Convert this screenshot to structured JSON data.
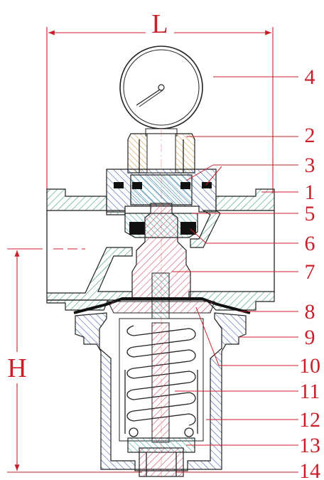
{
  "diagram": {
    "dimension_width_label": "L",
    "dimension_height_label": "H",
    "part_labels": [
      "4",
      "2",
      "3",
      "1",
      "5",
      "6",
      "7",
      "8",
      "9",
      "10",
      "11",
      "12",
      "13",
      "14"
    ]
  },
  "colors": {
    "annotation": "#c8202a",
    "body_hatch": "#3a9a78",
    "bonnet_hatch": "#3050a0",
    "stem_hatch": "#d0405a",
    "gauge_nut_hatch": "#c89030",
    "seat_hatch": "#30a0a0",
    "outline": "#222222"
  }
}
